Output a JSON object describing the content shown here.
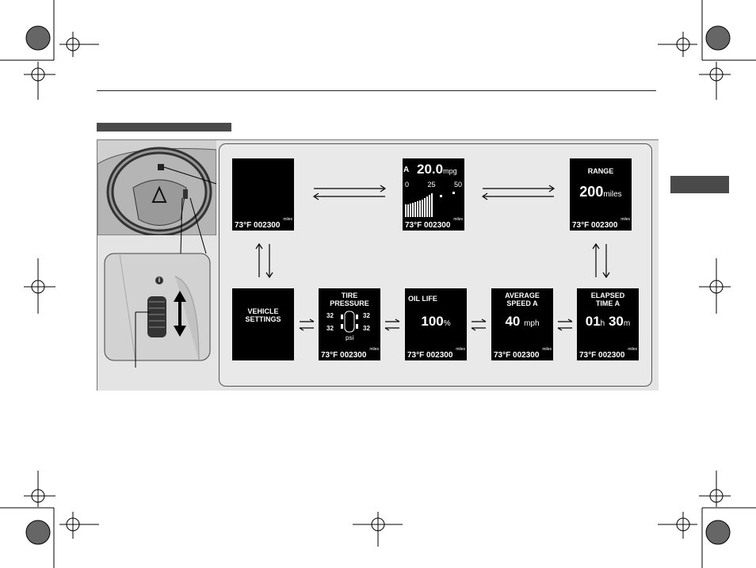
{
  "screens": {
    "blank": {
      "temp": "73°F",
      "odo": "002300",
      "odo_unit": "miles"
    },
    "fuel": {
      "label": "A",
      "value": "20.0",
      "unit": "mpg",
      "scale": [
        "0",
        "25",
        "50"
      ],
      "temp": "73°F",
      "odo": "002300",
      "odo_unit": "miles"
    },
    "range": {
      "title": "RANGE",
      "value": "200",
      "unit": "miles",
      "temp": "73°F",
      "odo": "002300",
      "odo_unit": "miles"
    },
    "vehicle": {
      "title_1": "VEHICLE",
      "title_2": "SETTINGS"
    },
    "tire": {
      "title_1": "TIRE",
      "title_2": "PRESSURE",
      "fl": "32",
      "fr": "32",
      "rl": "32",
      "rr": "32",
      "unit": "psi",
      "temp": "73°F",
      "odo": "002300",
      "odo_unit": "miles"
    },
    "oil": {
      "title": "OIL LIFE",
      "value": "100",
      "unit": "%",
      "temp": "73°F",
      "odo": "002300",
      "odo_unit": "miles"
    },
    "avg_speed": {
      "title_1": "AVERAGE",
      "title_2": "SPEED A",
      "value": "40",
      "unit": "mph",
      "temp": "73°F",
      "odo": "002300",
      "odo_unit": "miles"
    },
    "elapsed": {
      "title_1": "ELAPSED",
      "title_2": "TIME A",
      "hours": "01",
      "h_unit": "h",
      "minutes": "30",
      "m_unit": "m",
      "temp": "73°F",
      "odo": "002300",
      "odo_unit": "miles"
    }
  },
  "info_icon": "i"
}
